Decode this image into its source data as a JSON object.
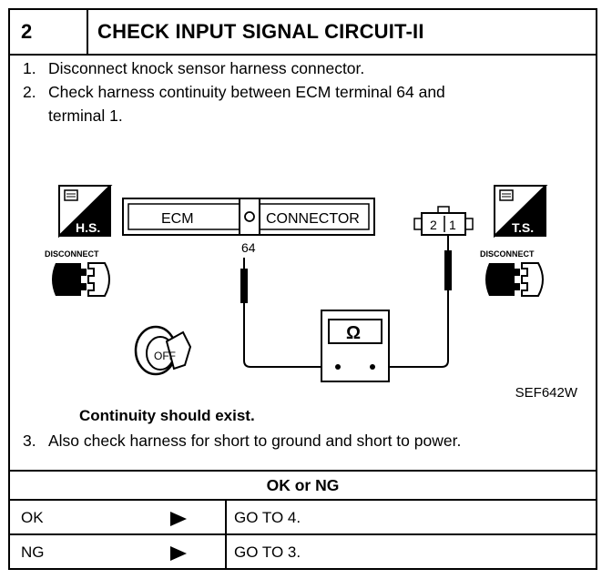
{
  "header": {
    "step_number": "2",
    "title": "CHECK INPUT SIGNAL CIRCUIT-II"
  },
  "steps": [
    {
      "num": "1.",
      "text": "Disconnect knock sensor harness connector."
    },
    {
      "num": "2.",
      "text": "Check harness continuity between ECM terminal 64 and"
    },
    {
      "num": "",
      "text": "terminal 1."
    },
    {
      "num": "3.",
      "text": "Also check harness for short to ground and short to power."
    }
  ],
  "diagram": {
    "hs_label": "H.S.",
    "ts_label": "T.S.",
    "disconnect_left": "DISCONNECT",
    "disconnect_right": "DISCONNECT",
    "ecm_label": "ECM",
    "connector_label": "CONNECTOR",
    "terminal_ecm": "64",
    "connector_pin_2": "2",
    "connector_pin_1": "1",
    "ohm_symbol": "Ω",
    "ignition_label": "OFF",
    "figure_id": "SEF642W"
  },
  "result_note": "Continuity should exist.",
  "decision": {
    "title": "OK or NG",
    "rows": [
      {
        "label": "OK",
        "action": "GO TO 4."
      },
      {
        "label": "NG",
        "action": "GO TO 3."
      }
    ]
  }
}
